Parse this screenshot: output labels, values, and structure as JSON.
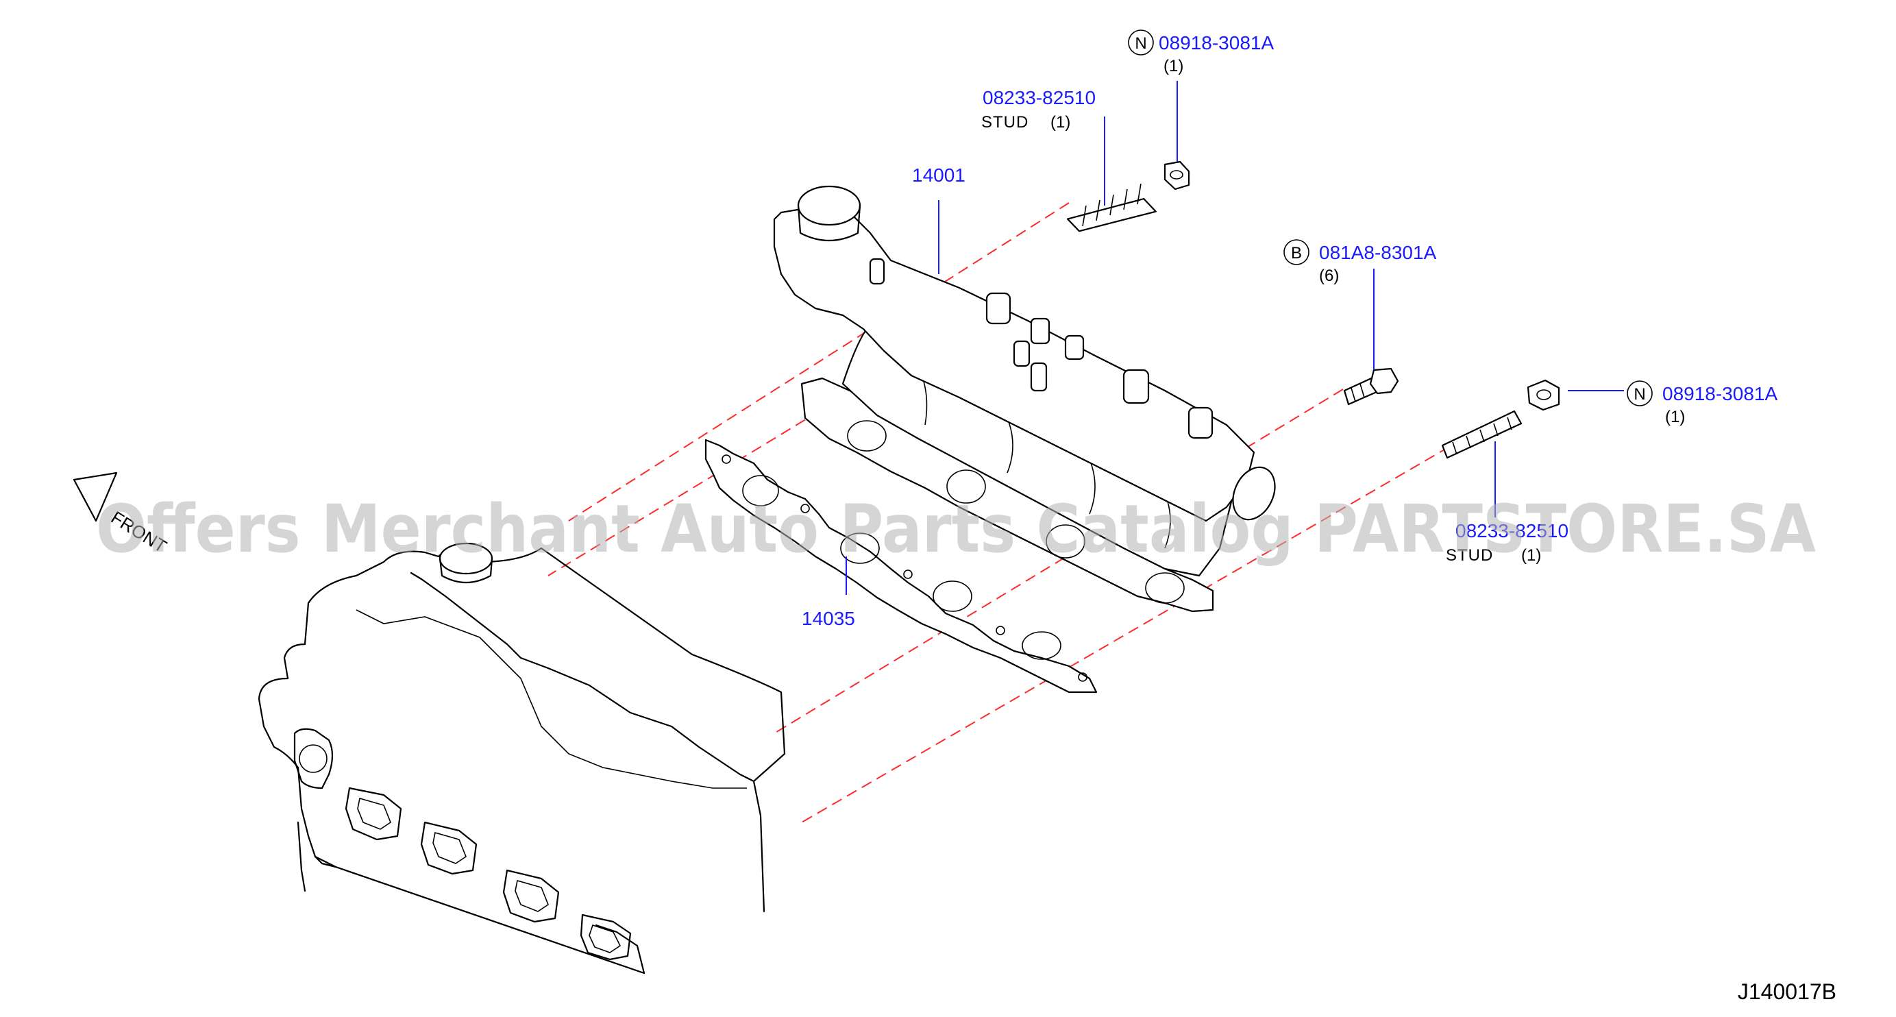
{
  "parts": {
    "manifold": {
      "number": "14001"
    },
    "gasket": {
      "number": "14035"
    },
    "stud_top": {
      "number": "08233-82510",
      "label": "STUD",
      "qty": "(1)"
    },
    "nut_top": {
      "callout": "N",
      "number": "08918-3081A",
      "qty": "(1)"
    },
    "bolt": {
      "callout": "B",
      "number": "081A8-8301A",
      "qty": "(6)"
    },
    "nut_right": {
      "callout": "N",
      "number": "08918-3081A",
      "qty": "(1)"
    },
    "stud_right": {
      "number": "08233-82510",
      "label": "STUD",
      "qty": "(1)"
    }
  },
  "front_label": "FRONT",
  "watermark": "Offers Merchant Auto Parts Catalog PARTSTORE.SA",
  "diagram_code": "J140017B",
  "colors": {
    "part_number": "#1a1aff",
    "dashed_line": "#ff2a2a",
    "watermark": "#b3b3b3"
  }
}
